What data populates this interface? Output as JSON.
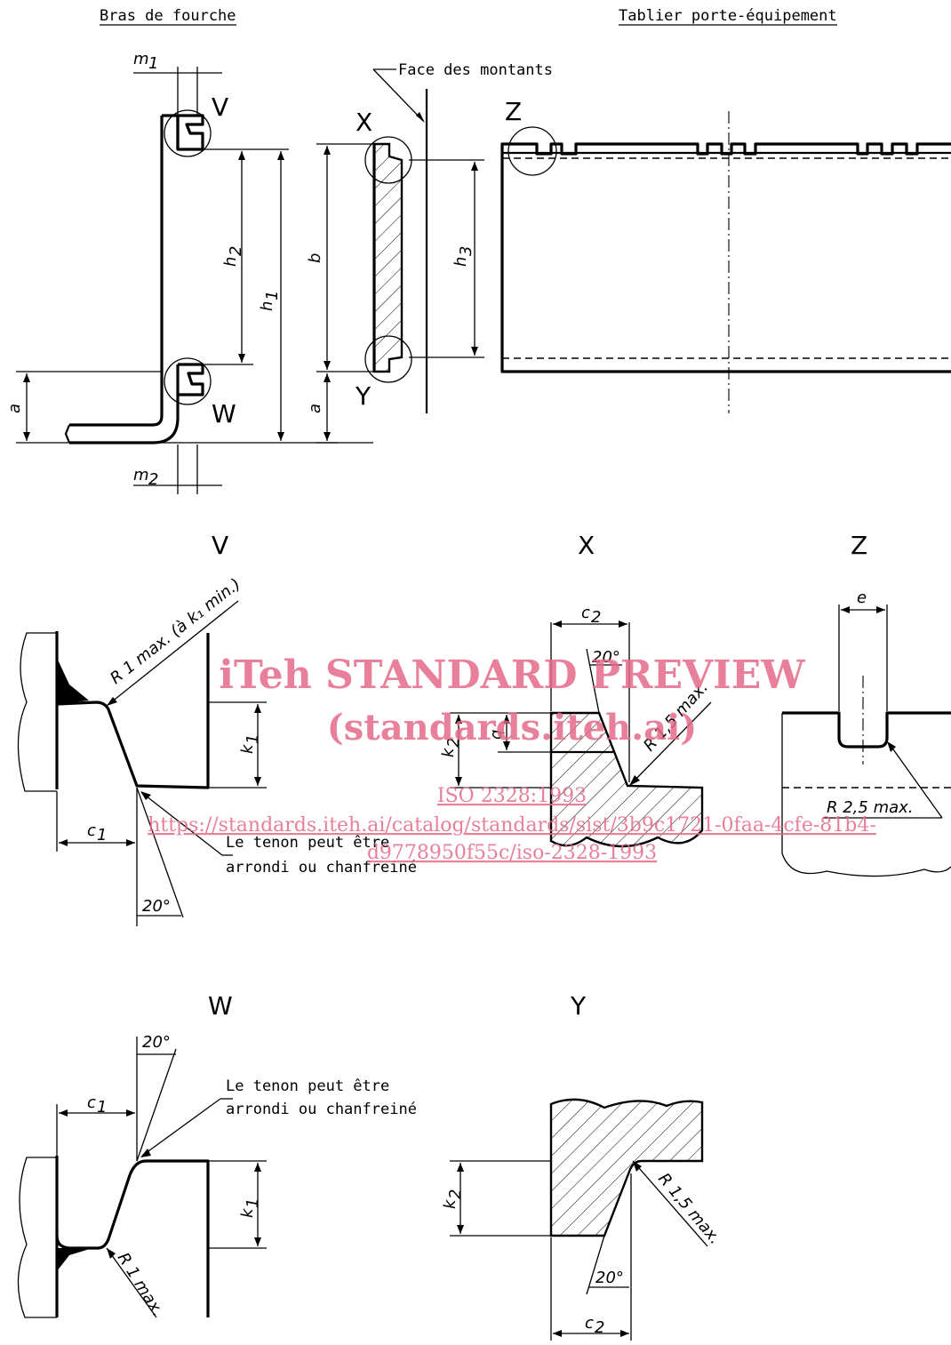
{
  "headers": {
    "left": "Bras de fourche",
    "right": "Tablier porte-équipement"
  },
  "face_label": "Face des montants",
  "letters": {
    "V": "V",
    "W": "W",
    "X": "X",
    "Y": "Y",
    "Z": "Z"
  },
  "dims": {
    "m1": "m",
    "m1_sub": "1",
    "m2": "m",
    "m2_sub": "2",
    "h1": "h",
    "h1_sub": "1",
    "h2": "h",
    "h2_sub": "2",
    "h3": "h",
    "h3_sub": "3",
    "a": "a",
    "b": "b",
    "e": "e",
    "q": "q",
    "k": "k",
    "k1_sub": "1",
    "k2_sub": "2",
    "c": "c",
    "c1_sub": "1",
    "c2_sub": "2"
  },
  "notes": {
    "r1_max_k1": "R 1 max. (à k₁ min.)",
    "tenon_line1": "Le tenon peut être",
    "tenon_line2": "arrondi ou chanfreiné",
    "angle_20": "20°",
    "r15_max": "R 1,5 max.",
    "r25_max": "R 2,5 max.",
    "r1_max": "R 1 max."
  },
  "watermark": {
    "line1": "iTeh STANDARD PREVIEW",
    "line2": "(standards.iteh.ai)",
    "code": "ISO 2328:1993",
    "url1": "https://standards.iteh.ai/catalog/standards/sist/3b9c1721-0faa-4cfe-81b4-",
    "url2": "d9778950f55c/iso-2328-1993"
  }
}
